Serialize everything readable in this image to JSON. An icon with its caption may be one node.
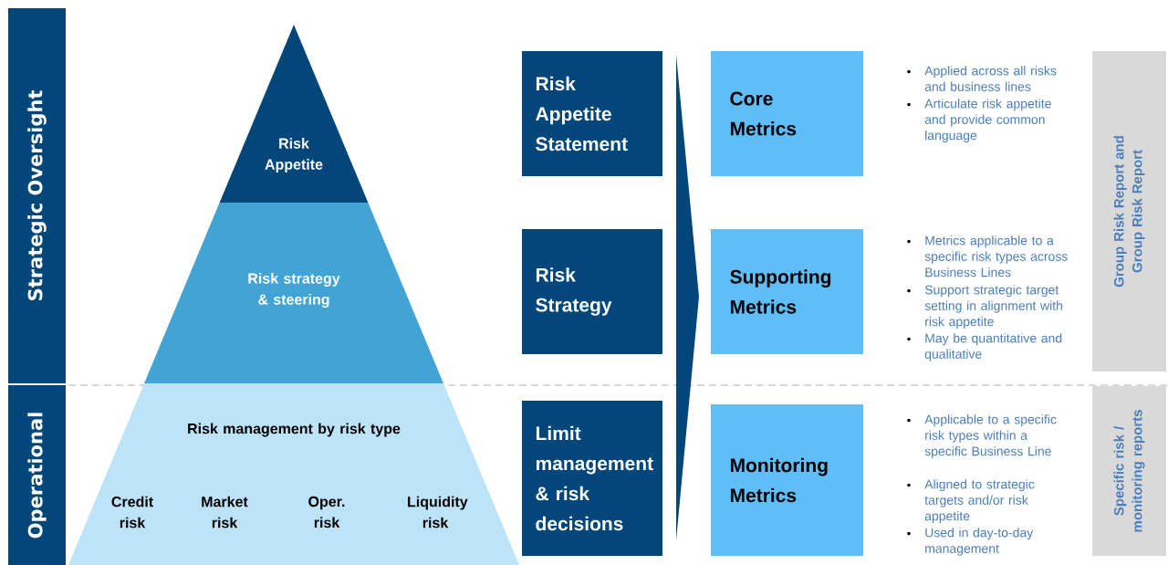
{
  "diagram": {
    "nodes": [
      {
        "text": [
          "Strategic Oversight"
        ]
      },
      {
        "text": [
          "Operational"
        ]
      },
      {
        "text": [
          "Risk Appetite"
        ]
      },
      {
        "text": [
          "Risk strategy & steering"
        ]
      },
      {
        "text": [
          "Risk management by risk type",
          "Credit risk",
          "Market risk",
          "Oper. risk",
          "Liquidity risk"
        ]
      },
      {
        "text": [
          "Risk Appetite Statement"
        ]
      },
      {
        "text": [
          "Risk Strategy"
        ]
      },
      {
        "text": [
          "Limit management & risk decisions"
        ]
      },
      {
        "text": [
          "Core Metrics"
        ],
        "beside": [
          "Applied across all risks and business lines",
          "Articulate risk appetite and provide common language"
        ]
      },
      {
        "text": [
          "Supporting Metrics"
        ],
        "beside": [
          "Metrics applicable to a specific risk types across Business Lines",
          "Support strategic target setting in alignment with risk appetite",
          "May be quantitative and qualitative"
        ]
      },
      {
        "text": [
          "Monitoring Metrics"
        ],
        "beside": [
          "Applicable to a specific risk types within a specific Business Line",
          "Aligned to strategic targets and/or risk appetite",
          "Used in day-to-day management"
        ]
      },
      {
        "text": [
          "Group Risk Report and Group Risk Report"
        ]
      },
      {
        "text": [
          "Specific risk / monitoring reports"
        ]
      }
    ]
  }
}
